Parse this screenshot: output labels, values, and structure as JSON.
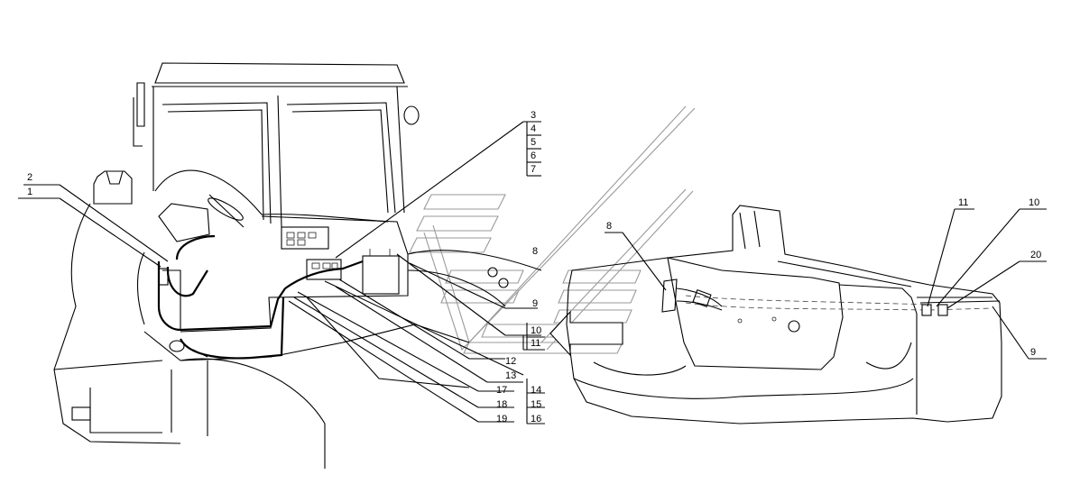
{
  "callouts": {
    "c1": "1",
    "c2": "2",
    "c3": "3",
    "c4": "4",
    "c5": "5",
    "c6": "6",
    "c7": "7",
    "c8a": "8",
    "c8b": "8",
    "c9a": "9",
    "c9b": "9",
    "c10a": "10",
    "c10b": "10",
    "c11a": "11",
    "c11b": "11",
    "c12": "12",
    "c13": "13",
    "c14": "14",
    "c15": "15",
    "c16": "16",
    "c17": "17",
    "c18": "18",
    "c19": "19",
    "c20": "20"
  },
  "colors": {
    "line": "#000000",
    "watermark": "#9a9a9a",
    "background": "#ffffff"
  },
  "icons": {
    "arrow": "hollow-left-arrow-icon"
  }
}
